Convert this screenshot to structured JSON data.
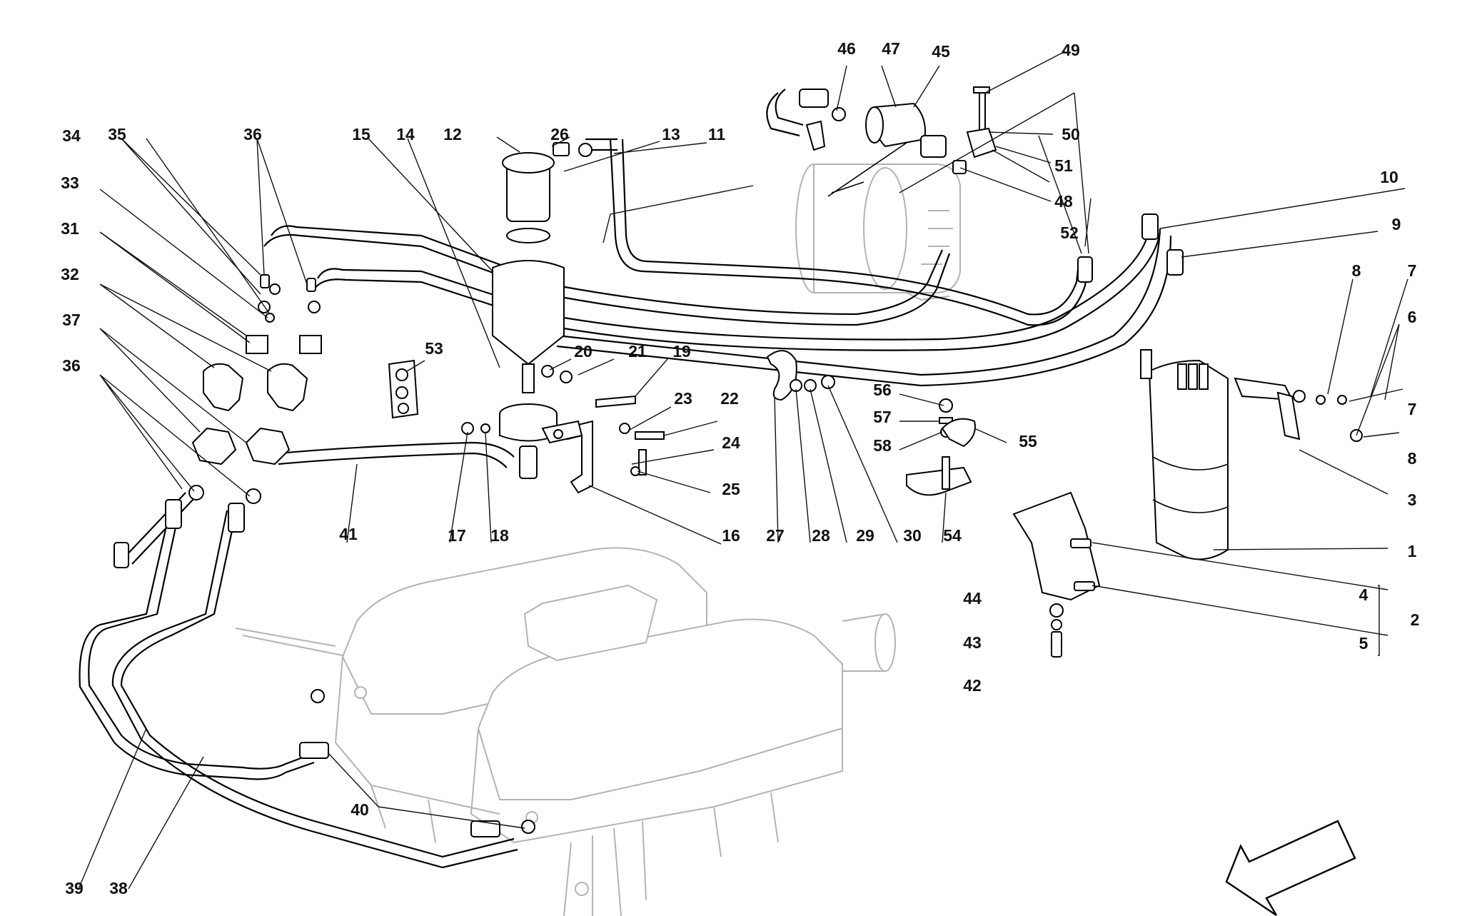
{
  "diagram": {
    "labels": [
      "1",
      "2",
      "3",
      "4",
      "5",
      "6",
      "7",
      "8",
      "9",
      "10",
      "11",
      "12",
      "13",
      "14",
      "15",
      "16",
      "17",
      "18",
      "19",
      "20",
      "21",
      "22",
      "23",
      "24",
      "25",
      "26",
      "27",
      "28",
      "29",
      "30",
      "31",
      "32",
      "33",
      "34",
      "35",
      "36",
      "37",
      "38",
      "39",
      "40",
      "41",
      "42",
      "43",
      "44",
      "45",
      "46",
      "47",
      "48",
      "49",
      "50",
      "51",
      "52",
      "53",
      "54",
      "55",
      "56",
      "57",
      "58"
    ],
    "colors": {
      "ink": "#000000",
      "ghost": "#b3b3b3",
      "background": "#ffffff"
    },
    "icons": {
      "direction_arrow": "front-direction-arrow-icon"
    }
  }
}
